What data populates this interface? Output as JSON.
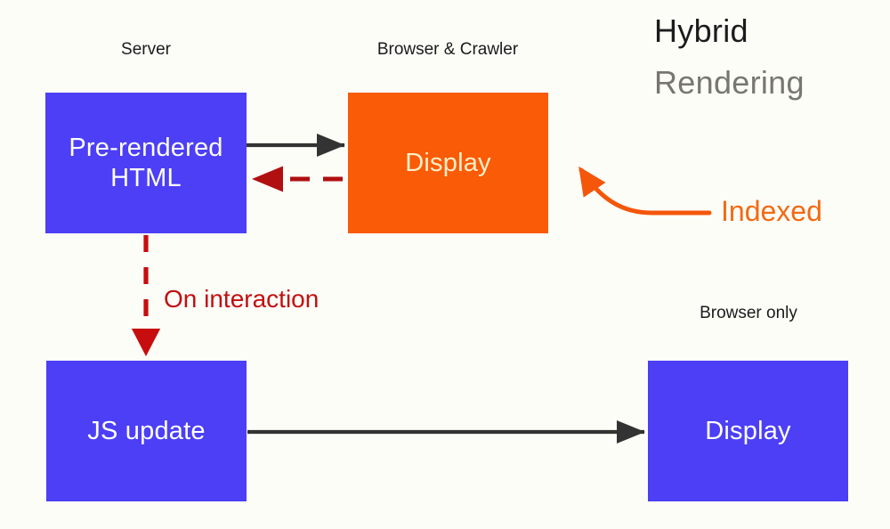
{
  "diagram": {
    "title_line1": "Hybrid",
    "title_line2": "Rendering",
    "background_color": "#fdfdf8",
    "colors": {
      "blue": "#4c3ff5",
      "orange": "#f95b06",
      "orange_text": "#ffeec8",
      "indexed_orange": "#f26a12",
      "interaction_red": "#c20f10",
      "arrow_black": "#333333",
      "title_black": "#1c1c1c",
      "title_gray": "#77766f"
    },
    "column_labels": [
      {
        "name": "server",
        "text": "Server"
      },
      {
        "name": "browser-crawler",
        "text": "Browser & Crawler"
      },
      {
        "name": "browser-only",
        "text": "Browser only"
      }
    ],
    "nodes": [
      {
        "name": "pre-rendered-html",
        "text": "Pre-rendered\nHTML",
        "line1": "Pre-rendered",
        "line2": "HTML",
        "fill": "#4c3ff5",
        "text_color": "#ffffff"
      },
      {
        "name": "display-top",
        "text": "Display",
        "fill": "#f95b06",
        "text_color": "#ffeec8"
      },
      {
        "name": "js-update",
        "text": "JS update",
        "fill": "#4c3ff5",
        "text_color": "#ffffff"
      },
      {
        "name": "display-bottom",
        "text": "Display",
        "fill": "#4c3ff5",
        "text_color": "#ffffff"
      }
    ],
    "edges": [
      {
        "name": "html-to-display",
        "from": "pre-rendered-html",
        "to": "display-top",
        "style": "solid",
        "color": "#333333",
        "label": ""
      },
      {
        "name": "display-to-html",
        "from": "display-top",
        "to": "pre-rendered-html",
        "style": "dashed",
        "color": "#b01010",
        "label": ""
      },
      {
        "name": "html-to-js-update",
        "from": "pre-rendered-html",
        "to": "js-update",
        "style": "dashed",
        "color": "#c20f10",
        "label": "On interaction"
      },
      {
        "name": "js-update-to-display",
        "from": "js-update",
        "to": "display-bottom",
        "style": "solid",
        "color": "#333333",
        "label": ""
      },
      {
        "name": "indexed-callout",
        "from": "indexed-label",
        "to": "display-top",
        "style": "curved-solid",
        "color": "#f26a12",
        "label": "Indexed"
      }
    ],
    "annotations": [
      {
        "name": "on-interaction-label",
        "text": "On interaction",
        "color": "#c20f10"
      },
      {
        "name": "indexed-label",
        "text": "Indexed",
        "color": "#f26a12"
      }
    ]
  }
}
